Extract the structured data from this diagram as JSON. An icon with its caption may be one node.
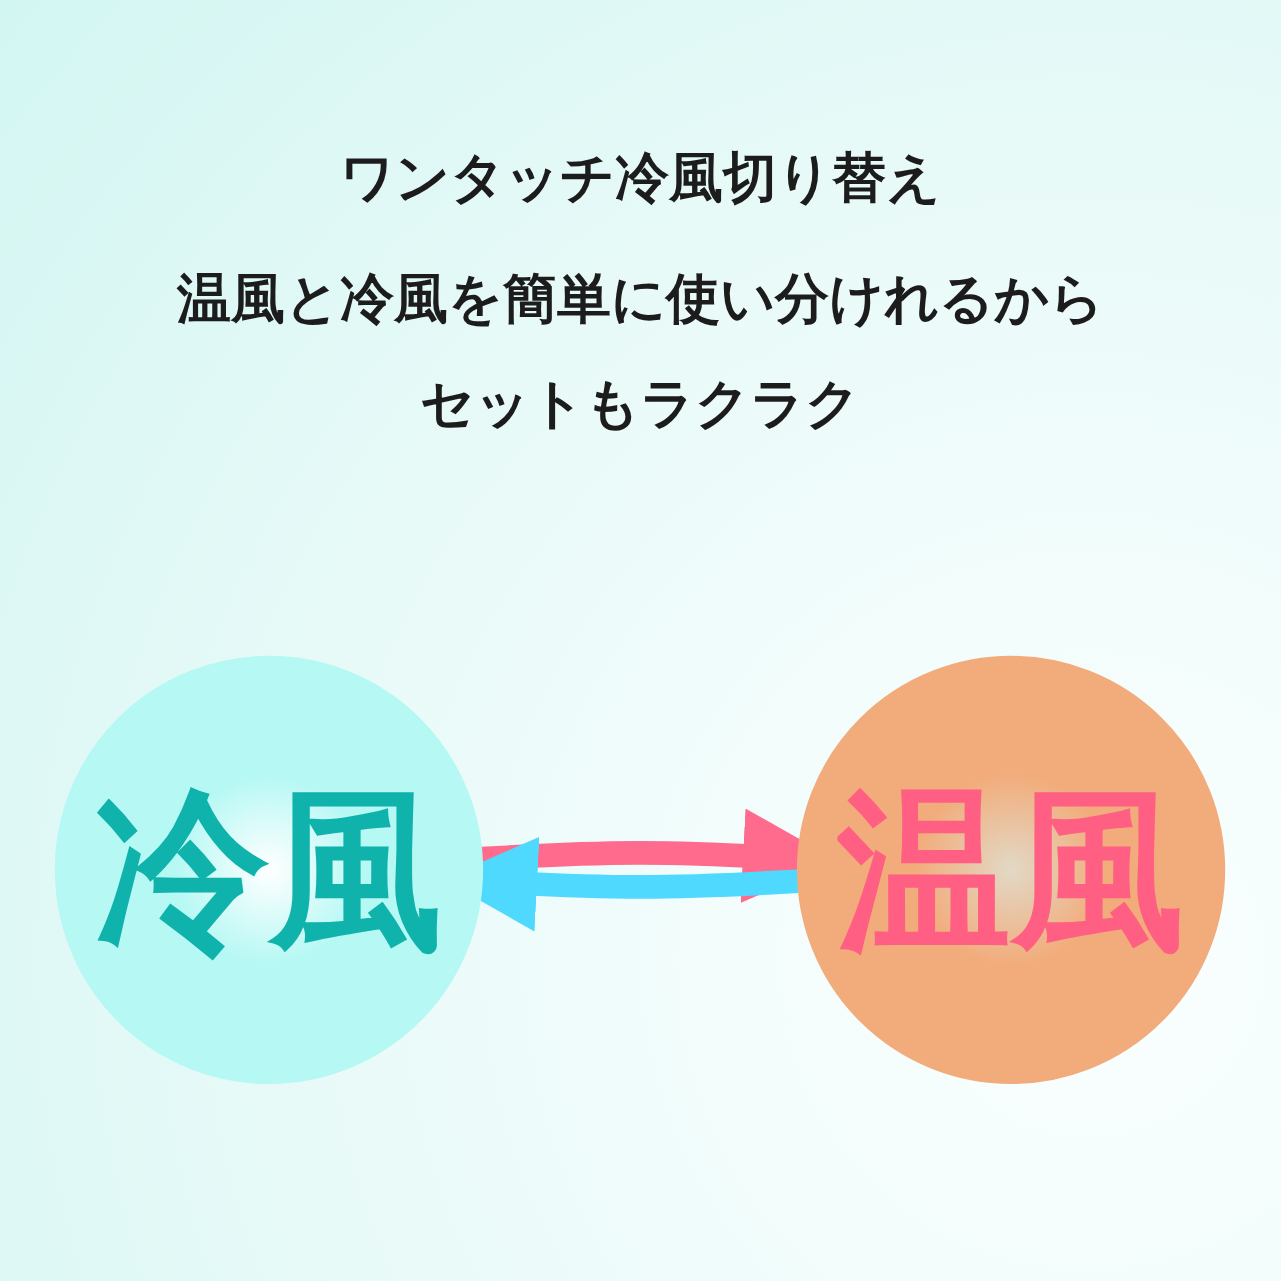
{
  "diagram": {
    "title": "ワンタッチ冷風切り替え",
    "nodes": [
      {
        "text": [
          "冷風"
        ]
      },
      {
        "text": [
          "温風"
        ]
      }
    ],
    "edges": [
      {
        "from": 0,
        "to": 1,
        "arrow": "to",
        "color": "#ff6b8c"
      },
      {
        "from": 1,
        "to": 0,
        "arrow": "to",
        "color": "#4fd9ff"
      }
    ],
    "labels": [
      "温風と冷風を簡単に使い分けれるからセットもラクラク"
    ]
  }
}
